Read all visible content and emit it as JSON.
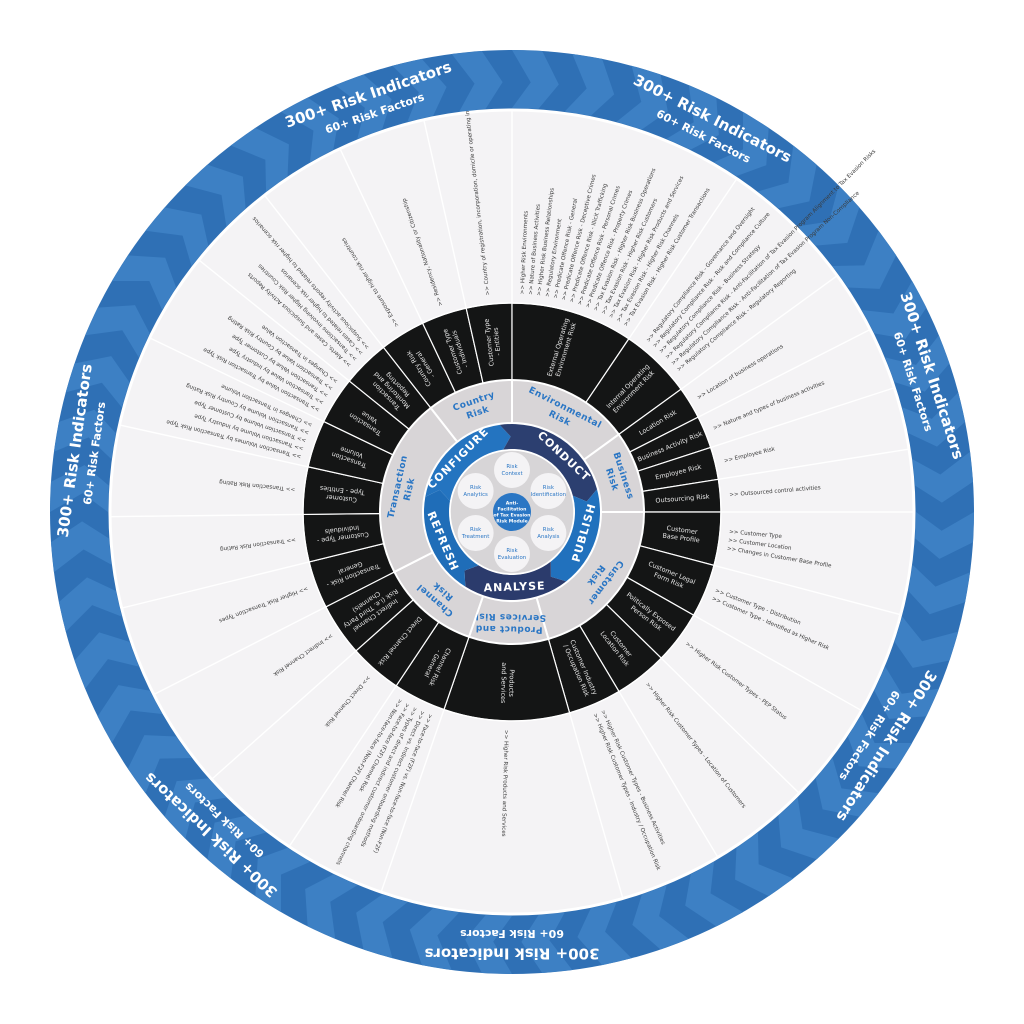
{
  "colors": {
    "accent": "#2a76c4",
    "ring_blue": "#2f70b5",
    "ring_blue_light": "#3d80c4",
    "navy": "#2c3a66",
    "black_ring": "#141515",
    "panel": "#f4f3f5",
    "grey_ring": "#d8d5d7"
  },
  "outer_ring": {
    "indicators": "300+ Risk Indicators",
    "factors": "60+ Risk Factors"
  },
  "process": {
    "steps": [
      "CONFIGURE",
      "CONDUCT",
      "PUBLISH",
      "ANALYSE",
      "REFRESH"
    ]
  },
  "core": {
    "center_lines": [
      "Anti-",
      "Facilitation",
      "of Tax Evasion",
      "Risk Module"
    ],
    "circles": [
      {
        "lines": [
          "Risk",
          "Context"
        ]
      },
      {
        "lines": [
          "Risk",
          "Identification"
        ]
      },
      {
        "lines": [
          "Risk",
          "Analysis"
        ]
      },
      {
        "lines": [
          "Risk",
          "Evaluation"
        ]
      },
      {
        "lines": [
          "Risk",
          "Treatment"
        ]
      },
      {
        "lines": [
          "Risk",
          "Analytics"
        ]
      }
    ]
  },
  "sectors": [
    {
      "label_lines": [
        "Country",
        "Risk"
      ],
      "segments": [
        {
          "label_lines": [
            "Country Risk",
            "- General"
          ],
          "items": [
            ">> Exposure to higher risk countries"
          ]
        },
        {
          "label_lines": [
            "Customer Type",
            "- Individuals"
          ],
          "items": [
            ">> Residency, Nationality or Citizenship"
          ]
        },
        {
          "label_lines": [
            "Customer Type",
            "- Entities"
          ],
          "items": [
            ">> Country of registration, incorporation, domicile or operating in"
          ]
        }
      ]
    },
    {
      "label_lines": [
        "Environmental",
        "Risk"
      ],
      "segments": [
        {
          "label_lines": [
            "External Operating",
            "Environment Risk"
          ],
          "items": [
            ">> Higher Risk Environments",
            ">> Nature of Business Activities",
            ">> Higher Risk Business Relationships",
            ">> Regulatory Environment",
            ">> Predicate Offence Risk - General",
            ">> Predicate Offence Risk - Deceptive Crimes",
            ">> Predicate Offence Risk - Illicit Trafficking",
            ">> Predicate Offence Risk - Personal Crimes",
            ">> Predicate Offence Risk - Property Crimes",
            ">> Tax Evasion Risk - Higher Risk Business Operations",
            ">> Tax Evasion Risk - Higher Risk Customers",
            ">> Tax Evasion Risk - Higher Risk Products and Services",
            ">> Tax Evasion Risk - Higher Risk Channels",
            ">> Tax Evasion Risk - Higher Risk Customer Transactions"
          ]
        },
        {
          "label_lines": [
            "Internal Operating",
            "Environment Risk"
          ],
          "items": [
            ">> Regulatory Compliance Risk - Governance and Oversight",
            ">> Regulatory Compliance Risk - Risk and Compliance Culture",
            ">> Regulatory Compliance Risk - Business Strategy",
            ">> Regulatory Compliance Risk - Anti-Facilitation of Tax Evasion Program Alignment to Tax Evasion Risks",
            ">> Regulatory Compliance Risk - Anti-Facilitation of Tax Evasion Program Non-Compliance",
            ">> Regulatory Compliance Risk - Regulatory Reporting"
          ]
        }
      ]
    },
    {
      "label_lines": [
        "Business",
        "Risk"
      ],
      "segments": [
        {
          "label_lines": [
            "Location Risk"
          ],
          "items": [
            ">> Location of business operations"
          ]
        },
        {
          "label_lines": [
            "Business Activity Risk"
          ],
          "items": [
            ">> Nature and types of business activities"
          ]
        },
        {
          "label_lines": [
            "Employee Risk"
          ],
          "items": [
            ">> Employee Risk"
          ]
        },
        {
          "label_lines": [
            "Outsourcing Risk"
          ],
          "items": [
            ">> Outsourced control activities"
          ]
        }
      ]
    },
    {
      "label_lines": [
        "Customer",
        "Risk"
      ],
      "segments": [
        {
          "label_lines": [
            "Customer",
            "Base Profile"
          ],
          "items": [
            ">> Customer Type",
            ">> Customer Location",
            ">> Changes in Customer Base Profile"
          ]
        },
        {
          "label_lines": [
            "Customer Legal",
            "Form Risk"
          ],
          "items": [
            ">> Customer Type - Distribution",
            ">> Customer Type - Identified as Higher Risk"
          ]
        },
        {
          "label_lines": [
            "Politically Exposed",
            "Person Risk"
          ],
          "items": [
            ">> Higher Risk Customer Types - PEP Status"
          ]
        },
        {
          "label_lines": [
            "Customer",
            "Location Risk"
          ],
          "items": [
            ">> Higher Risk Customer Types - Location of Customers"
          ]
        },
        {
          "label_lines": [
            "Customer Industry",
            "/ Occupation Risk"
          ],
          "items": [
            ">> Higher Risk Customer Types - Business Activities",
            ">> Higher Risk Customer Types - Industry / Occupation Risk"
          ]
        }
      ]
    },
    {
      "label_lines": [
        "Product and",
        "Services Risk"
      ],
      "segments": [
        {
          "label_lines": [
            "Products",
            "and Services"
          ],
          "items": [
            ">> Higher Risk Products and Services"
          ]
        }
      ]
    },
    {
      "label_lines": [
        "Channel",
        "Risk"
      ],
      "segments": [
        {
          "label_lines": [
            "Channel Risk",
            "- General"
          ],
          "items": [
            ">> Face-to-face (F2F) vs. Non-face-to-face (Non-F2F)",
            ">> Direct vs. Indirect customer onboarding methods",
            ">> Types of direct and indirect customer onboarding channels",
            ">> Face-to-face (F2F) Channel Risk",
            ">> Non-face-to-face (Non-F2F) Channel Risk"
          ]
        },
        {
          "label_lines": [
            "Direct Channel Risk"
          ],
          "items": [
            ">> Direct Channel Risk"
          ]
        },
        {
          "label_lines": [
            "Indirect Channel",
            "Risk (i.e. Third Party",
            "Channels)"
          ],
          "items": [
            ">> Indirect Channel Risk"
          ]
        }
      ]
    },
    {
      "label_lines": [
        "Transaction",
        "Risk"
      ],
      "segments": [
        {
          "label_lines": [
            "Transaction Risk -",
            "General"
          ],
          "items": [
            ">> Higher Risk Transaction Types"
          ]
        },
        {
          "label_lines": [
            "Customer Type -",
            "Individuals"
          ],
          "items": [
            ">> Transaction Risk Rating"
          ]
        },
        {
          "label_lines": [
            "Customer",
            "Type - Entities"
          ],
          "items": [
            ">> Transaction Risk Rating"
          ]
        },
        {
          "label_lines": [
            "Transaction",
            "Volume"
          ],
          "items": [
            ">> Transaction Volumes by Transaction Risk Type",
            ">> Transaction Volume by Industry Type",
            ">> Transaction Volume by Customer Type",
            ">> Transaction Volume by Country Risk Rating",
            ">> Changes in Transaction Volume"
          ]
        },
        {
          "label_lines": [
            "Transaction",
            "Value"
          ],
          "items": [
            ">> Transaction Value by Transaction Risk Type",
            ">> Transaction Value by Industry Type",
            ">> Transaction Value by Customer Type",
            ">> Transaction Value by Country Risk Rating",
            ">> Changes in Transaction Value"
          ]
        },
        {
          "label_lines": [
            "Transaction",
            "Monitoring and",
            "Reporting"
          ],
          "items": [
            ">> Alerts, Cases and Suspicious Activity Reports",
            ">> Transactions involving Higher Risk Countries",
            ">> Cases related to higher risk scenarios",
            ">> Suspicious activity reports related to higher risk scenarios"
          ]
        }
      ]
    }
  ]
}
